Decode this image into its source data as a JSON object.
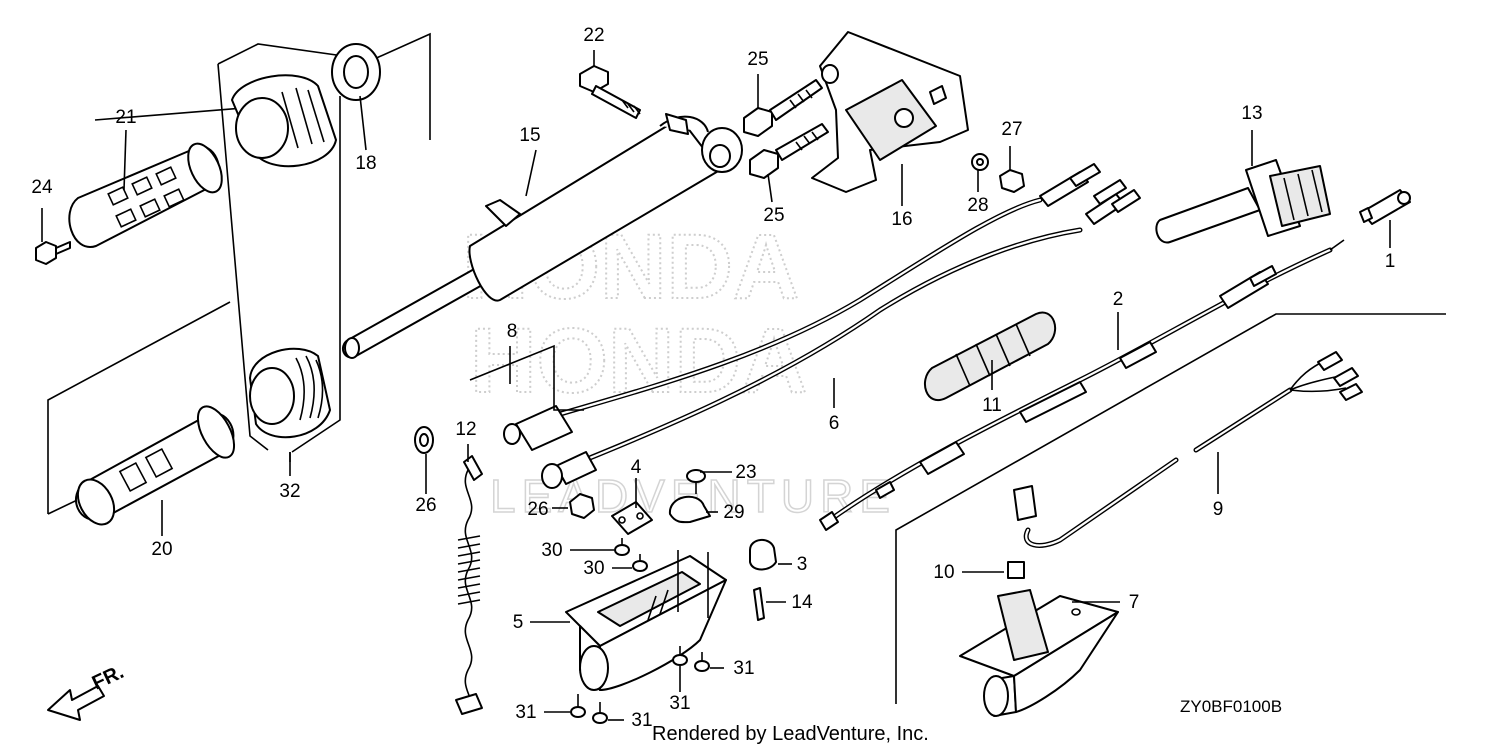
{
  "diagram": {
    "reference_code": "ZY0BF0100B",
    "credit": "Rendered by LeadVenture, Inc.",
    "direction_label": "FR.",
    "watermark_brand": "HONDA",
    "watermark_sub": "LEADVENTURE",
    "callouts": [
      {
        "id": "c1",
        "label": "1"
      },
      {
        "id": "c2",
        "label": "2"
      },
      {
        "id": "c3",
        "label": "3"
      },
      {
        "id": "c4",
        "label": "4"
      },
      {
        "id": "c5",
        "label": "5"
      },
      {
        "id": "c6",
        "label": "6"
      },
      {
        "id": "c7",
        "label": "7"
      },
      {
        "id": "c8",
        "label": "8"
      },
      {
        "id": "c9",
        "label": "9"
      },
      {
        "id": "c10",
        "label": "10"
      },
      {
        "id": "c11",
        "label": "11"
      },
      {
        "id": "c12",
        "label": "12"
      },
      {
        "id": "c13",
        "label": "13"
      },
      {
        "id": "c14",
        "label": "14"
      },
      {
        "id": "c15",
        "label": "15"
      },
      {
        "id": "c16",
        "label": "16"
      },
      {
        "id": "c18",
        "label": "18"
      },
      {
        "id": "c20",
        "label": "20"
      },
      {
        "id": "c21",
        "label": "21"
      },
      {
        "id": "c22",
        "label": "22"
      },
      {
        "id": "c23",
        "label": "23"
      },
      {
        "id": "c24",
        "label": "24"
      },
      {
        "id": "c25a",
        "label": "25"
      },
      {
        "id": "c25b",
        "label": "25"
      },
      {
        "id": "c26a",
        "label": "26"
      },
      {
        "id": "c26b",
        "label": "26"
      },
      {
        "id": "c27",
        "label": "27"
      },
      {
        "id": "c28",
        "label": "28"
      },
      {
        "id": "c29",
        "label": "29"
      },
      {
        "id": "c30a",
        "label": "30"
      },
      {
        "id": "c30b",
        "label": "30"
      },
      {
        "id": "c31a",
        "label": "31"
      },
      {
        "id": "c31b",
        "label": "31"
      },
      {
        "id": "c31c",
        "label": "31"
      },
      {
        "id": "c31d",
        "label": "31"
      },
      {
        "id": "c32",
        "label": "32"
      }
    ]
  }
}
